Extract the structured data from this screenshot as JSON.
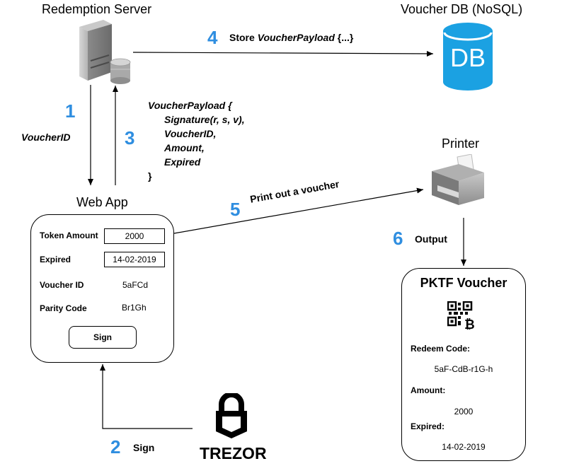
{
  "titles": {
    "server": "Redemption Server",
    "db": "Voucher DB (NoSQL)",
    "webapp": "Web App",
    "printer": "Printer"
  },
  "db_icon_text": "DB",
  "steps": {
    "s1": {
      "num": "1",
      "label": "VoucherID"
    },
    "s2": {
      "num": "2",
      "label": "Sign"
    },
    "s3": {
      "num": "3",
      "lines": [
        "VoucherPayload {",
        "Signature(r, s, v),",
        "VoucherID,",
        "Amount,",
        "Expired",
        "}"
      ]
    },
    "s4": {
      "num": "4",
      "label_prefix": "Store",
      "label_italic": "VoucherPayload",
      "label_suffix": "{...}"
    },
    "s5": {
      "num": "5",
      "label": "Print out a voucher"
    },
    "s6": {
      "num": "6",
      "label": "Output"
    }
  },
  "webapp_form": {
    "token_amount_label": "Token Amount",
    "token_amount_value": "2000",
    "expired_label": "Expired",
    "expired_value": "14-02-2019",
    "voucher_id_label": "Voucher ID",
    "voucher_id_value": "5aFCd",
    "parity_code_label": "Parity Code",
    "parity_code_value": "Br1Gh",
    "sign_button": "Sign"
  },
  "voucher": {
    "title": "PKTF Voucher",
    "redeem_label": "Redeem Code:",
    "redeem_value": "5aF-CdB-r1G-h",
    "amount_label": "Amount:",
    "amount_value": "2000",
    "expired_label": "Expired:",
    "expired_value": "14-02-2019"
  },
  "trezor_logo_text": "TREZOR",
  "colors": {
    "step_blue": "#2f8ee0",
    "db_blue": "#1ba1e2"
  }
}
